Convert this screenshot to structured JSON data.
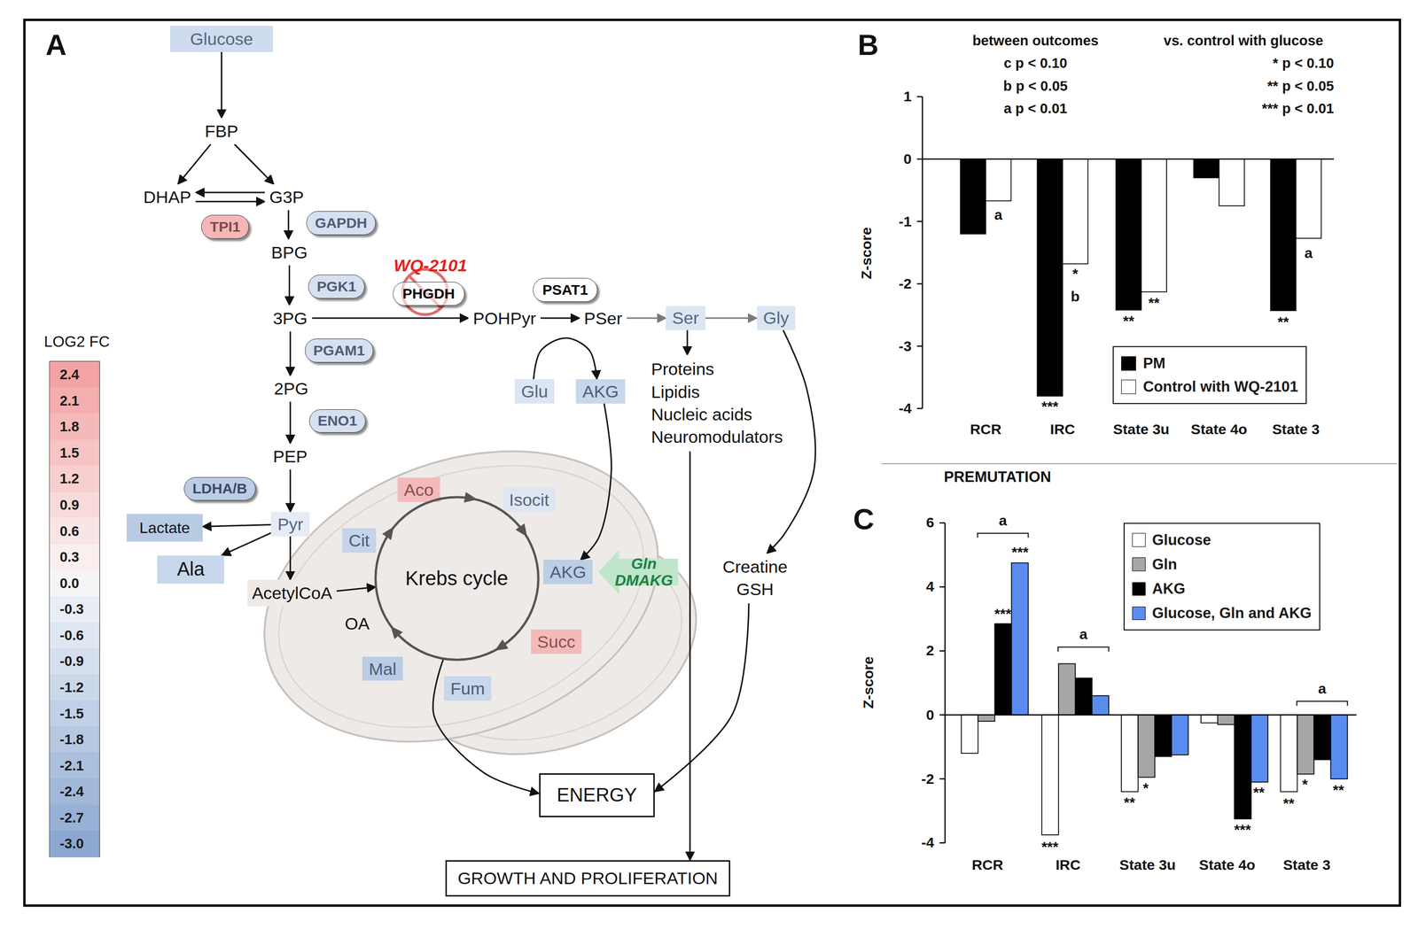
{
  "diagram": {
    "nodes": [
      {
        "text": [
          "Glucose"
        ]
      },
      {
        "text": [
          "FBP"
        ]
      },
      {
        "text": [
          "DHAP"
        ]
      },
      {
        "text": [
          "G3P"
        ]
      },
      {
        "text": [
          "TPI1"
        ]
      },
      {
        "text": [
          "GAPDH"
        ]
      },
      {
        "text": [
          "BPG"
        ]
      },
      {
        "text": [
          "PGK1"
        ]
      },
      {
        "text": [
          "PHGDH"
        ]
      },
      {
        "text": [
          "PSAT1"
        ]
      },
      {
        "text": [
          "3PG"
        ]
      },
      {
        "text": [
          "POHPyr"
        ]
      },
      {
        "text": [
          "PSer"
        ]
      },
      {
        "text": [
          "Ser"
        ]
      },
      {
        "text": [
          "Gly"
        ]
      },
      {
        "text": [
          "Glu"
        ]
      },
      {
        "text": [
          "AKG"
        ]
      },
      {
        "text": [
          "Proteins",
          "Lipidis",
          "Nucleic acids",
          "Neuromodulators"
        ]
      },
      {
        "text": [
          "PGAM1"
        ]
      },
      {
        "text": [
          "2PG"
        ]
      },
      {
        "text": [
          "ENO1"
        ]
      },
      {
        "text": [
          "PEP"
        ]
      },
      {
        "text": [
          "LDHA/B"
        ]
      },
      {
        "text": [
          "Pyr"
        ]
      },
      {
        "text": [
          "Lactate"
        ]
      },
      {
        "text": [
          "Ala"
        ]
      },
      {
        "text": [
          "Creatine",
          "GSH"
        ]
      },
      {
        "text": [
          "AcetylCoA"
        ]
      },
      {
        "text": [
          "Aco"
        ]
      },
      {
        "text": [
          "Isocit"
        ]
      },
      {
        "text": [
          "Cit"
        ]
      },
      {
        "text": [
          "Krebs cycle"
        ]
      },
      {
        "text": [
          "AKG"
        ]
      },
      {
        "text": [
          "Gln DMAKG"
        ]
      },
      {
        "text": [
          "OA"
        ]
      },
      {
        "text": [
          "Succ"
        ]
      },
      {
        "text": [
          "Mal"
        ]
      },
      {
        "text": [
          "Fum"
        ]
      },
      {
        "text": [
          "ENERGY"
        ]
      },
      {
        "text": [
          "GROWTH AND PROLIFERATION"
        ]
      }
    ],
    "edges": [
      {
        "from": 0,
        "to": 1,
        "arrow": "to"
      },
      {
        "from": 1,
        "to": 2,
        "arrow": "to"
      },
      {
        "from": 1,
        "to": 3,
        "arrow": "to"
      },
      {
        "from": 3,
        "to": 2,
        "arrow": "to"
      },
      {
        "from": 2,
        "to": 3,
        "arrow": "to"
      },
      {
        "from": 3,
        "to": 6,
        "arrow": "to"
      },
      {
        "from": 6,
        "to": 10,
        "arrow": "to"
      },
      {
        "from": 10,
        "to": 19,
        "arrow": "to"
      },
      {
        "from": 19,
        "to": 21,
        "arrow": "to"
      },
      {
        "from": 21,
        "to": 23,
        "arrow": "to"
      },
      {
        "from": 23,
        "to": 24,
        "arrow": "to"
      },
      {
        "from": 23,
        "to": 25,
        "arrow": "to"
      },
      {
        "from": 23,
        "to": 27,
        "arrow": "to"
      },
      {
        "from": 10,
        "to": 11,
        "arrow": "to"
      },
      {
        "from": 11,
        "to": 12,
        "arrow": "to"
      },
      {
        "from": 12,
        "to": 13,
        "arrow": "to"
      },
      {
        "from": 13,
        "to": 14,
        "arrow": "to"
      },
      {
        "from": 15,
        "to": 16,
        "arrow": "to"
      },
      {
        "from": 16,
        "to": 32,
        "arrow": "to"
      },
      {
        "from": 13,
        "to": 17,
        "arrow": "to"
      },
      {
        "from": 14,
        "to": 26,
        "arrow": "to"
      },
      {
        "from": 17,
        "to": 39,
        "arrow": "to"
      },
      {
        "from": 26,
        "to": 38,
        "arrow": "to"
      },
      {
        "from": 31,
        "to": 38,
        "arrow": "to"
      },
      {
        "from": 27,
        "to": 31,
        "arrow": "to"
      }
    ],
    "labels": [
      "A",
      "WQ-2101",
      "LOG2 FC",
      "B",
      "between outcomes",
      "c p < 0.10",
      "b p < 0.05",
      "a p < 0.01",
      "vs. control with glucose",
      "* p < 0.10",
      "** p < 0.05",
      "*** p < 0.01",
      "1",
      "0",
      "-1",
      "-2",
      "-3",
      "-4",
      "Z-score",
      "a",
      "*",
      "b",
      "***",
      "**",
      "**",
      "a",
      "**",
      "RCR",
      "IRC",
      "State 3u",
      "State 4o",
      "State 3",
      "PREMUTATION",
      "C",
      "6",
      "4",
      "2",
      "0",
      "-2",
      "-4",
      "Z-score",
      "a",
      "***",
      "***",
      "a",
      "***",
      "**",
      "*",
      "***",
      "**",
      "a",
      "**",
      "*",
      "**",
      "RCR",
      "IRC",
      "State 3u",
      "State 4o",
      "State 3"
    ],
    "legend": [
      {
        "text": "2.4",
        "color": "#f3a3a3"
      },
      {
        "text": "2.1",
        "color": "#f4aeae"
      },
      {
        "text": "1.8",
        "color": "#f5b9b9"
      },
      {
        "text": "1.5",
        "color": "#f6c4c4"
      },
      {
        "text": "1.2",
        "color": "#f7cfcf"
      },
      {
        "text": "0.9",
        "color": "#f8dada"
      },
      {
        "text": "0.6",
        "color": "#f9e5e5"
      },
      {
        "text": "0.3",
        "color": "#faeeee"
      },
      {
        "text": "0.0",
        "color": "#f5f5f7"
      },
      {
        "text": "-0.3",
        "color": "#e9eef6"
      },
      {
        "text": "-0.6",
        "color": "#dfe7f2"
      },
      {
        "text": "-0.9",
        "color": "#d5dfee"
      },
      {
        "text": "-1.2",
        "color": "#cbd8ea"
      },
      {
        "text": "-1.5",
        "color": "#c0d0e6"
      },
      {
        "text": "-1.8",
        "color": "#b6c8e2"
      },
      {
        "text": "-2.1",
        "color": "#abc0dd"
      },
      {
        "text": "-2.4",
        "color": "#a1b8d9"
      },
      {
        "text": "-2.7",
        "color": "#97b0d5"
      },
      {
        "text": "-3.0",
        "color": "#8ca8d1"
      },
      {
        "text": "PM",
        "color": "#000000"
      },
      {
        "text": "Control with WQ-2101",
        "color": "#ffffff"
      },
      {
        "text": "Glucose",
        "color": "#ffffff"
      },
      {
        "text": "Gln",
        "color": "#a6a6a6"
      },
      {
        "text": "AKG",
        "color": "#000000"
      },
      {
        "text": "Glucose, Gln and AKG",
        "color": "#5a8cf0"
      }
    ]
  }
}
